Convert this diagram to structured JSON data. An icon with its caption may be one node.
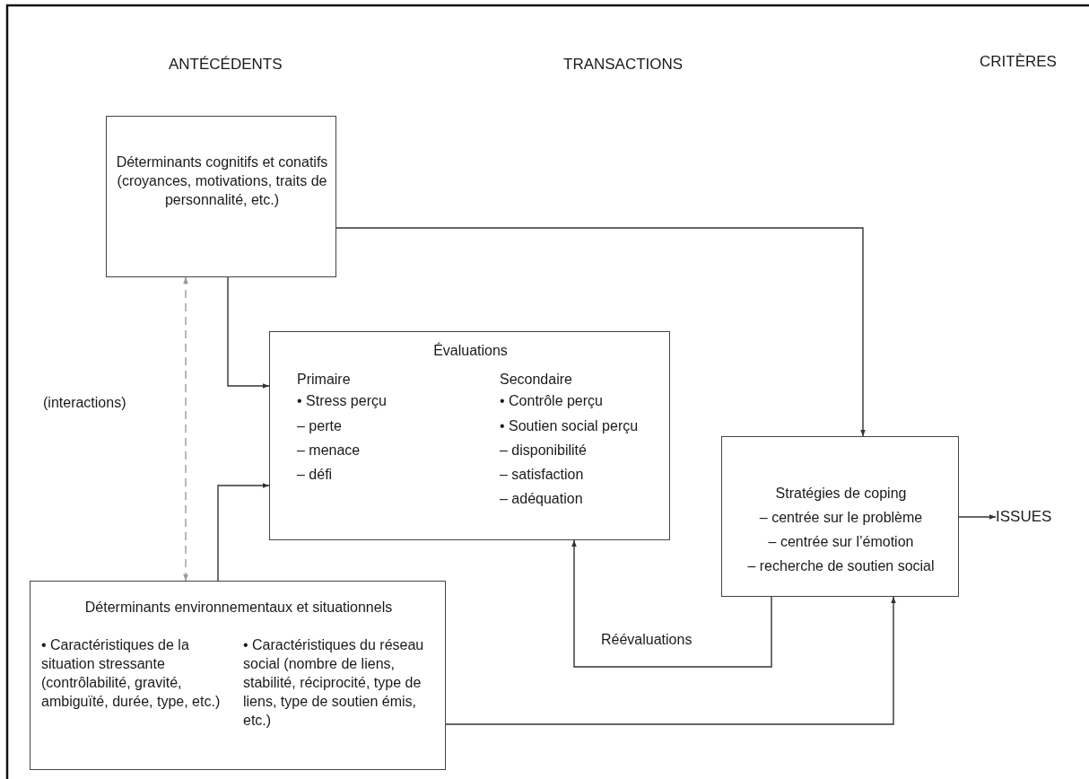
{
  "diagram": {
    "nodes": [
      {
        "text": [
          "Déterminants cognitifs et conatifs (croyances, motivations, traits de personnalité, etc.)"
        ]
      },
      {
        "text": [
          "Évaluations",
          "Primaire",
          "• Stress perçu",
          "– perte",
          "– menace",
          "– défi",
          "Secondaire",
          "• Contrôle perçu",
          "• Soutien social perçu",
          "– disponibilité",
          "– satisfaction",
          "– adéquation"
        ]
      },
      {
        "text": [
          "Stratégies de coping",
          "– centrée sur le problème",
          "– centrée sur l’émotion",
          "– recherche de soutien social"
        ]
      },
      {
        "text": [
          "Déterminants environnementaux et situationnels",
          "• Caractéristiques de la situation stressante (contrôlabilité, gravité, ambiguïté, durée, type, etc.)",
          "• Caractéristiques du réseau social (nombre de liens, stabilité, réciprocité, type de liens, type de soutien émis, etc.)"
        ]
      },
      {
        "text": [
          "ISSUES"
        ]
      }
    ],
    "edges": [
      {
        "from": 3,
        "to": 0,
        "arrow": "both",
        "style": "dashed",
        "color": "#9a9a9a"
      },
      {
        "from": 0,
        "to": 1,
        "arrow": "to"
      },
      {
        "from": 3,
        "to": 1,
        "arrow": "to"
      },
      {
        "from": 0,
        "to": 2,
        "arrow": "to"
      },
      {
        "from": 2,
        "to": 1,
        "arrow": "to",
        "label": "Réévaluations"
      },
      {
        "from": 3,
        "to": 2,
        "arrow": "to"
      },
      {
        "from": 2,
        "to": 4,
        "arrow": "to"
      }
    ],
    "labels": [
      "ANTÉCÉDENTS",
      "TRANSACTIONS",
      "CRITÈRES",
      "(interactions)"
    ]
  }
}
